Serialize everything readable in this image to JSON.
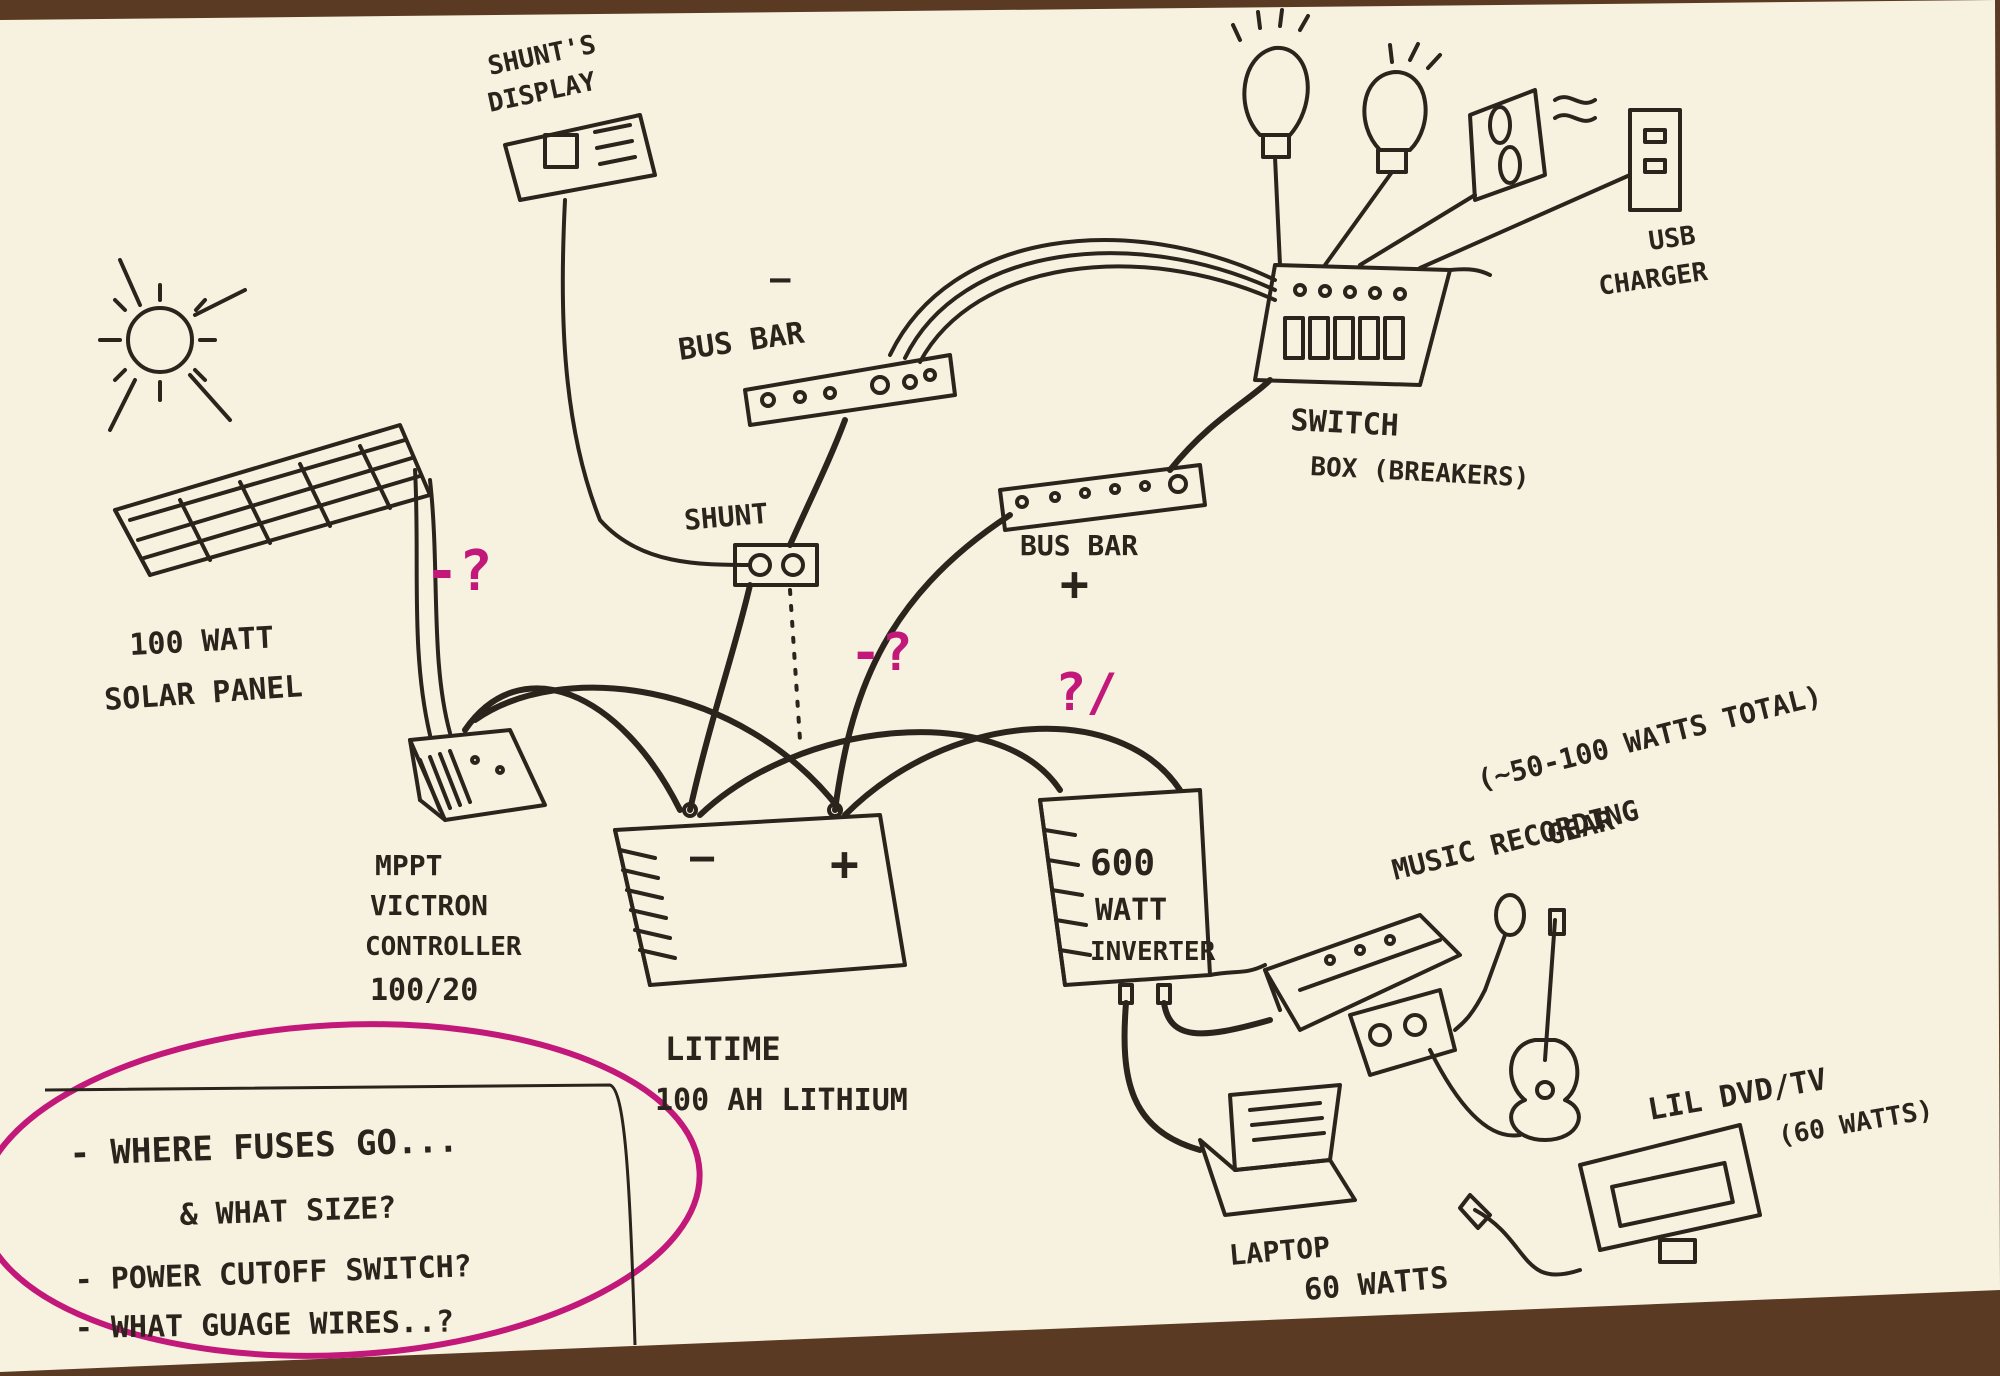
{
  "colors": {
    "paper": "#f7f2df",
    "ink": "#2b241c",
    "magenta": "#c2187a",
    "table": "#5a3a22"
  },
  "labels": {
    "shunt_display_1": "SHUNT'S",
    "shunt_display_2": "DISPLAY",
    "bus_bar_neg_sign": "—",
    "bus_bar_neg": "BUS BAR",
    "bus_bar_pos": "BUS BAR",
    "bus_bar_pos_sign": "+",
    "shunt": "SHUNT",
    "switch_box_1": "SWITCH",
    "switch_box_2": "BOX (BREAKERS)",
    "usb_charger_1": "USB",
    "usb_charger_2": "CHARGER",
    "solar_1": "100 WATT",
    "solar_2": "SOLAR PANEL",
    "mppt_1": "MPPT",
    "mppt_2": "VICTRON",
    "mppt_3": "CONTROLLER",
    "mppt_4": "100/20",
    "battery_1": "LITIME",
    "battery_2": "100 AH LITHIUM",
    "battery_neg": "—",
    "battery_pos": "+",
    "inverter_1": "600",
    "inverter_2": "WATT",
    "inverter_3": "INVERTER",
    "music_total": "(~50-100 WATTS TOTAL)",
    "music_1": "MUSIC RECORDING",
    "music_2": "GEAR",
    "dvd_1": "LIL DVD/TV",
    "dvd_2": "(60 WATTS)",
    "laptop_1": "LAPTOP",
    "laptop_2": "60 WATTS",
    "q_solar": "-?",
    "q_bus": "-?",
    "q_inverter": "?/"
  },
  "notes": [
    "- WHERE FUSES GO...",
    "& WHAT SIZE?",
    "- POWER CUTOFF SWITCH?",
    "- WHAT GUAGE WIRES..?"
  ]
}
